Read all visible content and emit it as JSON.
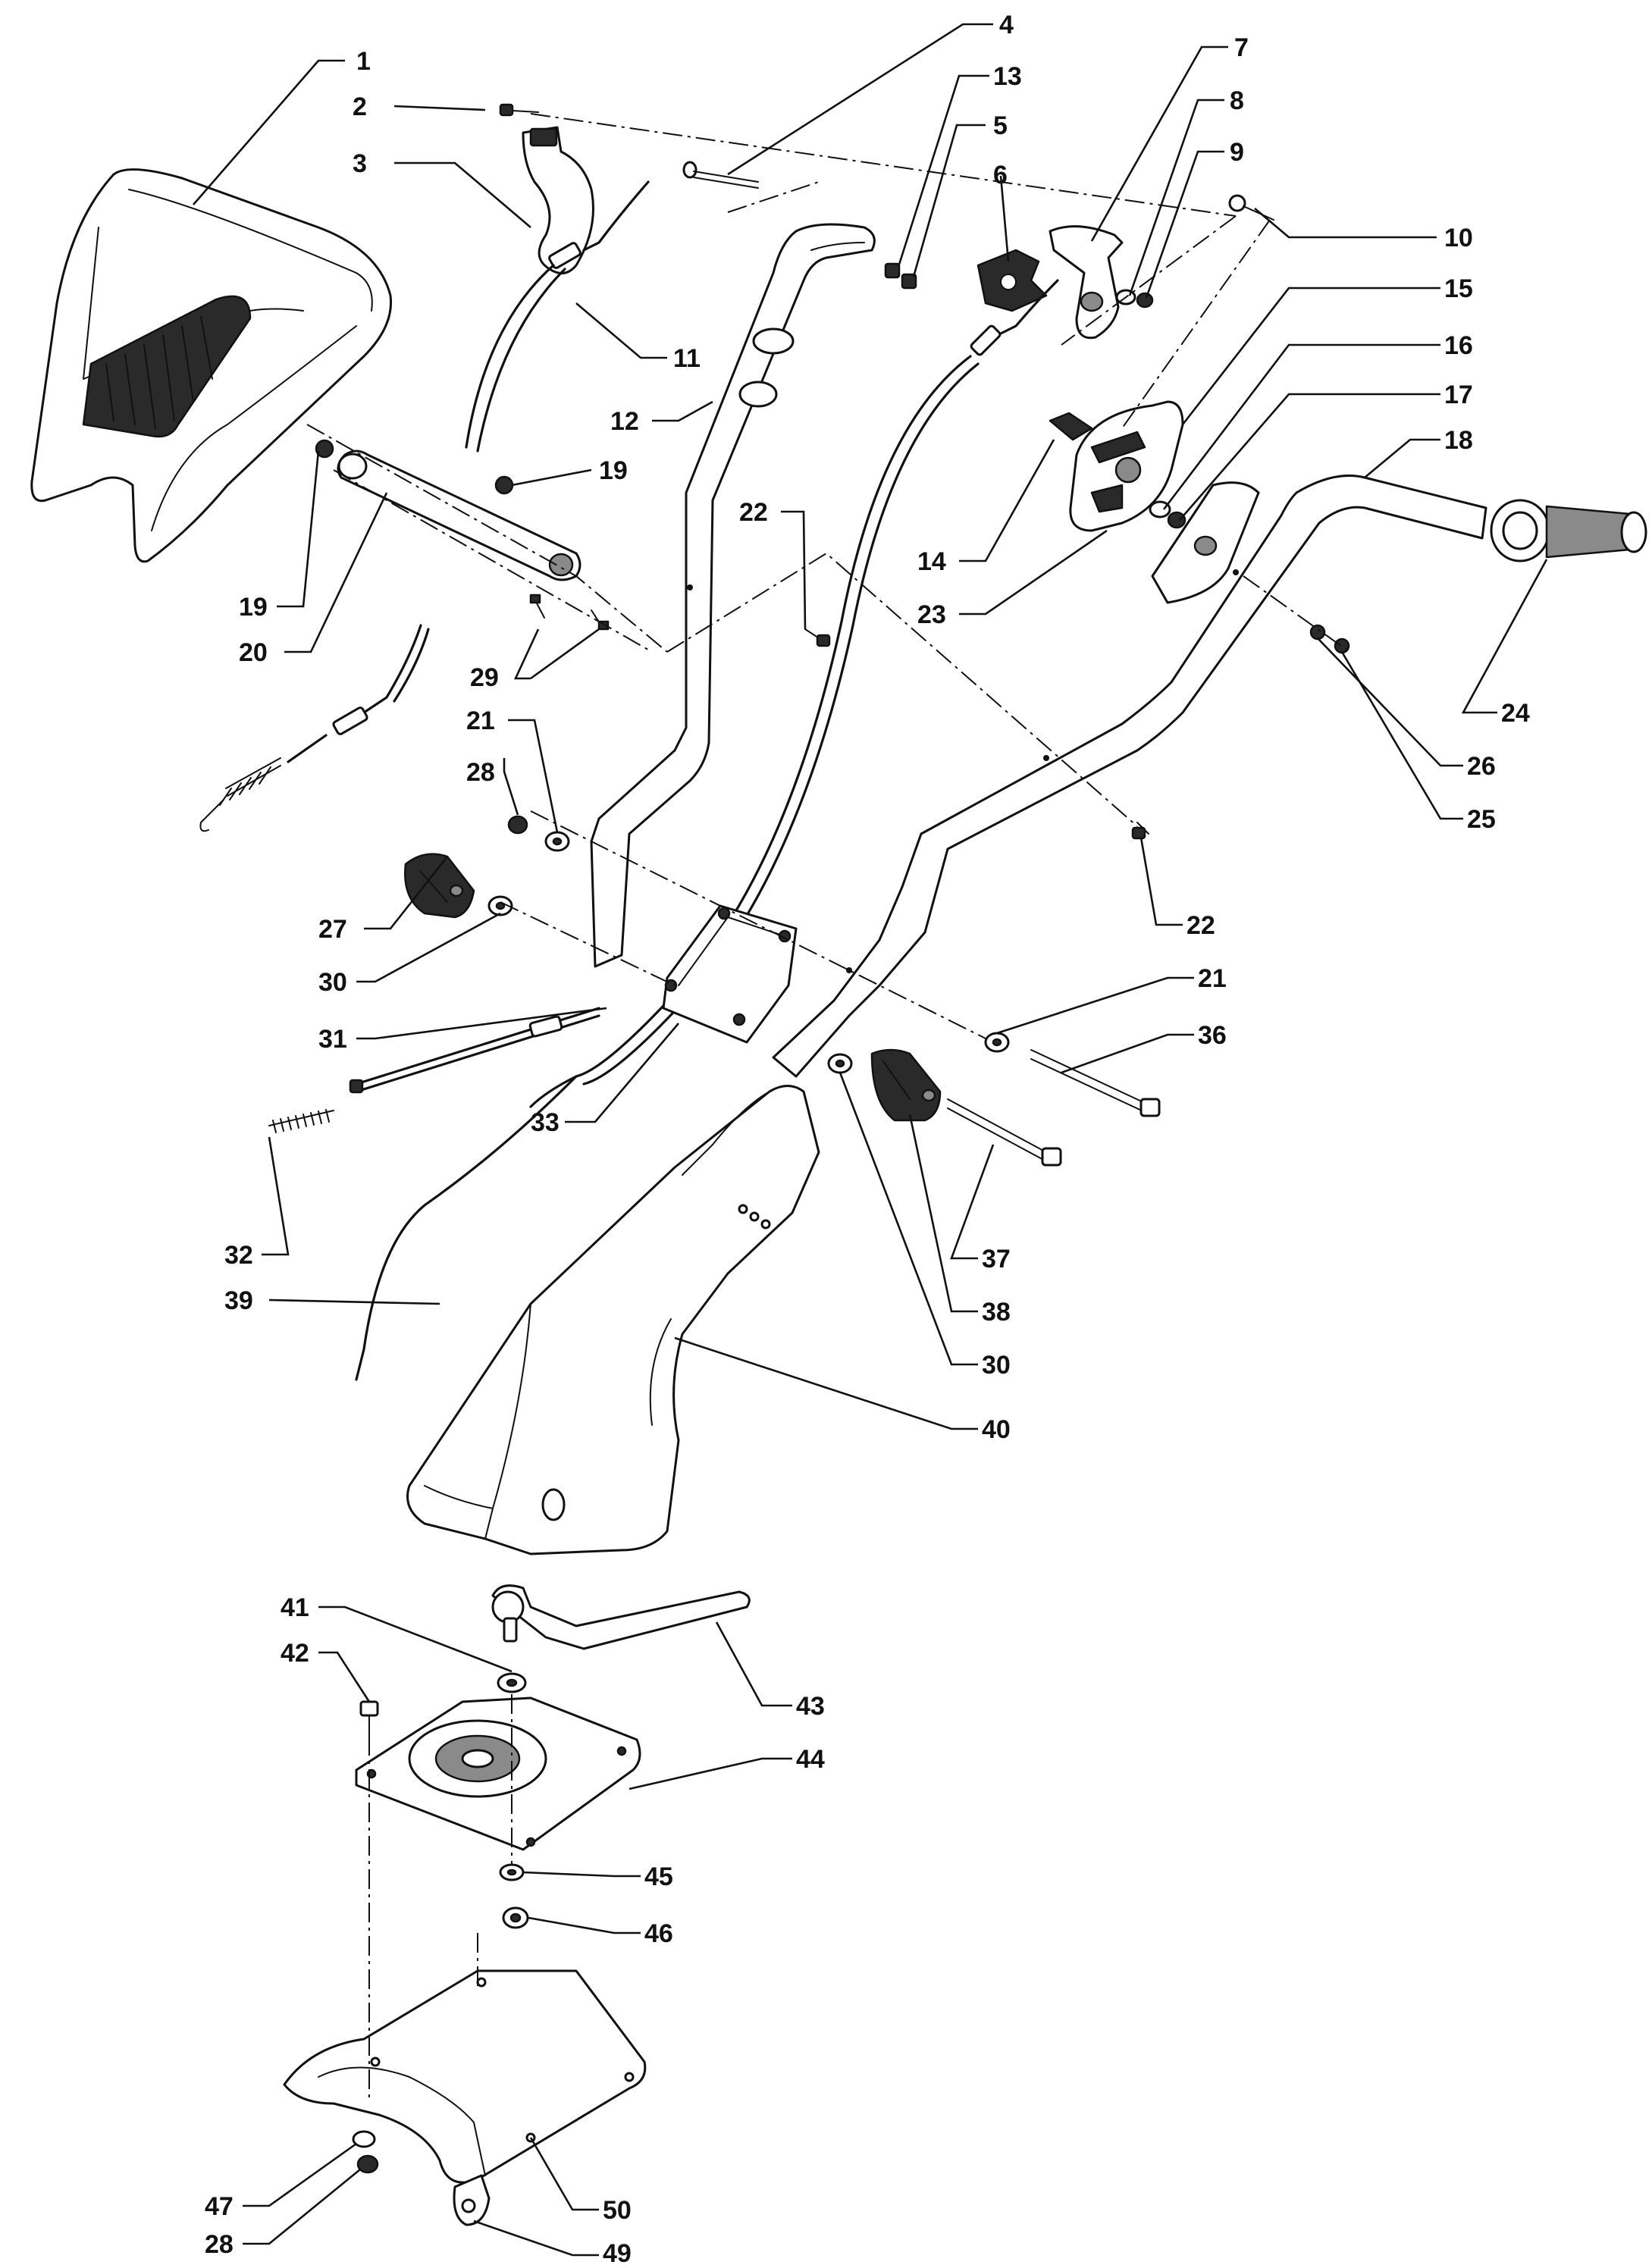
{
  "diagram": {
    "callouts": [
      {
        "id": "1",
        "label": "1"
      },
      {
        "id": "2",
        "label": "2"
      },
      {
        "id": "3",
        "label": "3"
      },
      {
        "id": "4",
        "label": "4"
      },
      {
        "id": "13",
        "label": "13"
      },
      {
        "id": "5",
        "label": "5"
      },
      {
        "id": "6",
        "label": "6"
      },
      {
        "id": "7",
        "label": "7"
      },
      {
        "id": "8",
        "label": "8"
      },
      {
        "id": "9",
        "label": "9"
      },
      {
        "id": "10",
        "label": "10"
      },
      {
        "id": "15",
        "label": "15"
      },
      {
        "id": "16",
        "label": "16"
      },
      {
        "id": "17",
        "label": "17"
      },
      {
        "id": "18",
        "label": "18"
      },
      {
        "id": "11",
        "label": "11"
      },
      {
        "id": "12",
        "label": "12"
      },
      {
        "id": "19a",
        "label": "19"
      },
      {
        "id": "19b",
        "label": "19"
      },
      {
        "id": "20",
        "label": "20"
      },
      {
        "id": "22a",
        "label": "22"
      },
      {
        "id": "14",
        "label": "14"
      },
      {
        "id": "23",
        "label": "23"
      },
      {
        "id": "24",
        "label": "24"
      },
      {
        "id": "26",
        "label": "26"
      },
      {
        "id": "25",
        "label": "25"
      },
      {
        "id": "29",
        "label": "29"
      },
      {
        "id": "21a",
        "label": "21"
      },
      {
        "id": "28a",
        "label": "28"
      },
      {
        "id": "22b",
        "label": "22"
      },
      {
        "id": "27",
        "label": "27"
      },
      {
        "id": "30a",
        "label": "30"
      },
      {
        "id": "21b",
        "label": "21"
      },
      {
        "id": "31",
        "label": "31"
      },
      {
        "id": "36",
        "label": "36"
      },
      {
        "id": "33",
        "label": "33"
      },
      {
        "id": "32",
        "label": "32"
      },
      {
        "id": "37",
        "label": "37"
      },
      {
        "id": "39",
        "label": "39"
      },
      {
        "id": "38",
        "label": "38"
      },
      {
        "id": "30b",
        "label": "30"
      },
      {
        "id": "40",
        "label": "40"
      },
      {
        "id": "41",
        "label": "41"
      },
      {
        "id": "42",
        "label": "42"
      },
      {
        "id": "43",
        "label": "43"
      },
      {
        "id": "44",
        "label": "44"
      },
      {
        "id": "45",
        "label": "45"
      },
      {
        "id": "46",
        "label": "46"
      },
      {
        "id": "47",
        "label": "47"
      },
      {
        "id": "50",
        "label": "50"
      },
      {
        "id": "28b",
        "label": "28"
      },
      {
        "id": "49",
        "label": "49"
      }
    ]
  }
}
